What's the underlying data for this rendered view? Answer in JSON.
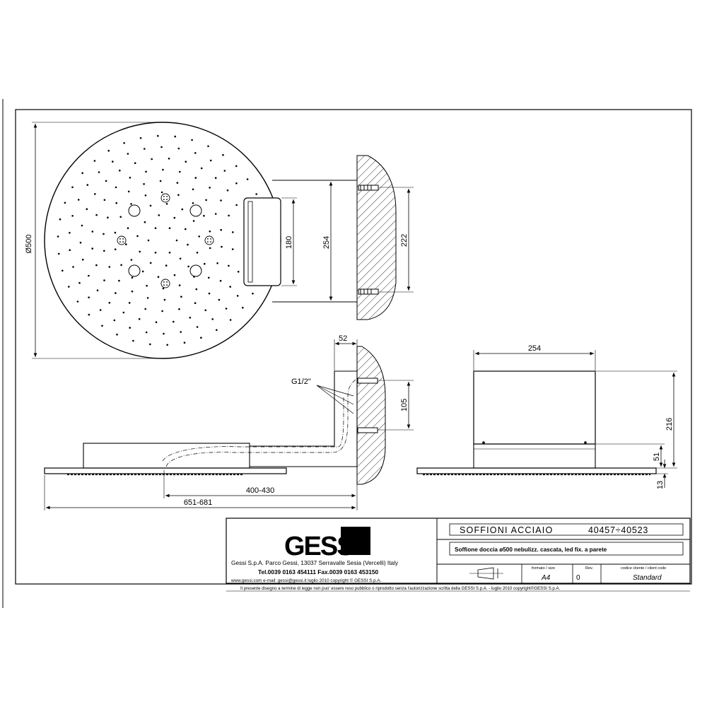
{
  "dimensions": {
    "diameter": "Ø500",
    "height_254": "254",
    "slot_180": "180",
    "bracket_222": "222",
    "depth_52": "52",
    "thread": "G1/2\"",
    "spacing_105": "105",
    "reach": "400-430",
    "total_length": "651-681",
    "width_254": "254",
    "height_216": "216",
    "height_51": "51",
    "thickness_13": "13"
  },
  "title_block": {
    "brand": "GESSI",
    "company_line": "Gessi S.p.A. Parco Gessi, 13037 Serravalle Sesia (Vercelli) Italy",
    "phone_line": "Tel.0039 0163 454111 Fax.0039 0163 453150",
    "web_line": "www.gessi.com  e-mail: gessi@gessi.it    luglio 2010    copyright © GESSI S.p.A.",
    "product_family": "SOFFIONI ACCIAIO",
    "product_code": "40457÷40523",
    "description": "Soffione doccia ø500 nebulizz. cascata, led fix. a parete",
    "format_label": "formato / size",
    "format_value": "A4",
    "rev_label": "Rev.",
    "rev_value": "0",
    "client_code_label": "codice cliente / client code",
    "client_code_value": "Standard",
    "footer": "Il presente disegno a termine di legge non puo' essere reso pubblico o riprodotto senza l'autorizzazione scritta della GESSI S.p.A. - luglio 2010  copyright©GESSI S.p.A."
  },
  "colors": {
    "line": "#000000",
    "paper": "#ffffff"
  }
}
